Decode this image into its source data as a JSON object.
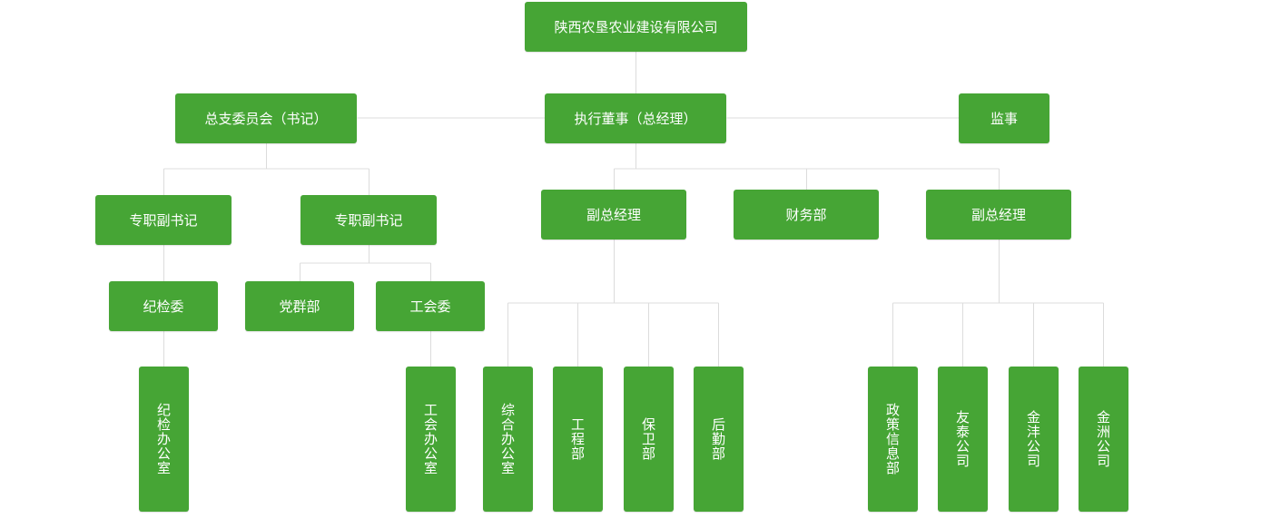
{
  "diagram": {
    "line_color": "#dcdcdc",
    "box_color": "#46a535",
    "text_color": "#ffffff",
    "nodes": {
      "root": "陕西农垦农业建设有限公司",
      "branch_committee": "总支委员会（书记）",
      "executive_director": "执行董事（总经理）",
      "supervisor": "监事",
      "deputy_secretary_1": "专职副书记",
      "deputy_secretary_2": "专职副书记",
      "deputy_gm_1": "副总经理",
      "finance_dept": "财务部",
      "deputy_gm_2": "副总经理",
      "discipline_committee": "纪检委",
      "party_masses_dept": "党群部",
      "union_committee": "工会委",
      "discipline_office": "纪检办公室",
      "union_office": "工会办公室",
      "general_office": "综合办公室",
      "engineering_dept": "工程部",
      "security_dept": "保卫部",
      "logistics_dept": "后勤部",
      "policy_info_dept": "政策信息部",
      "youtai_company": "友泰公司",
      "jinfeng_company": "金沣公司",
      "jinzhou_company": "金洲公司"
    }
  }
}
